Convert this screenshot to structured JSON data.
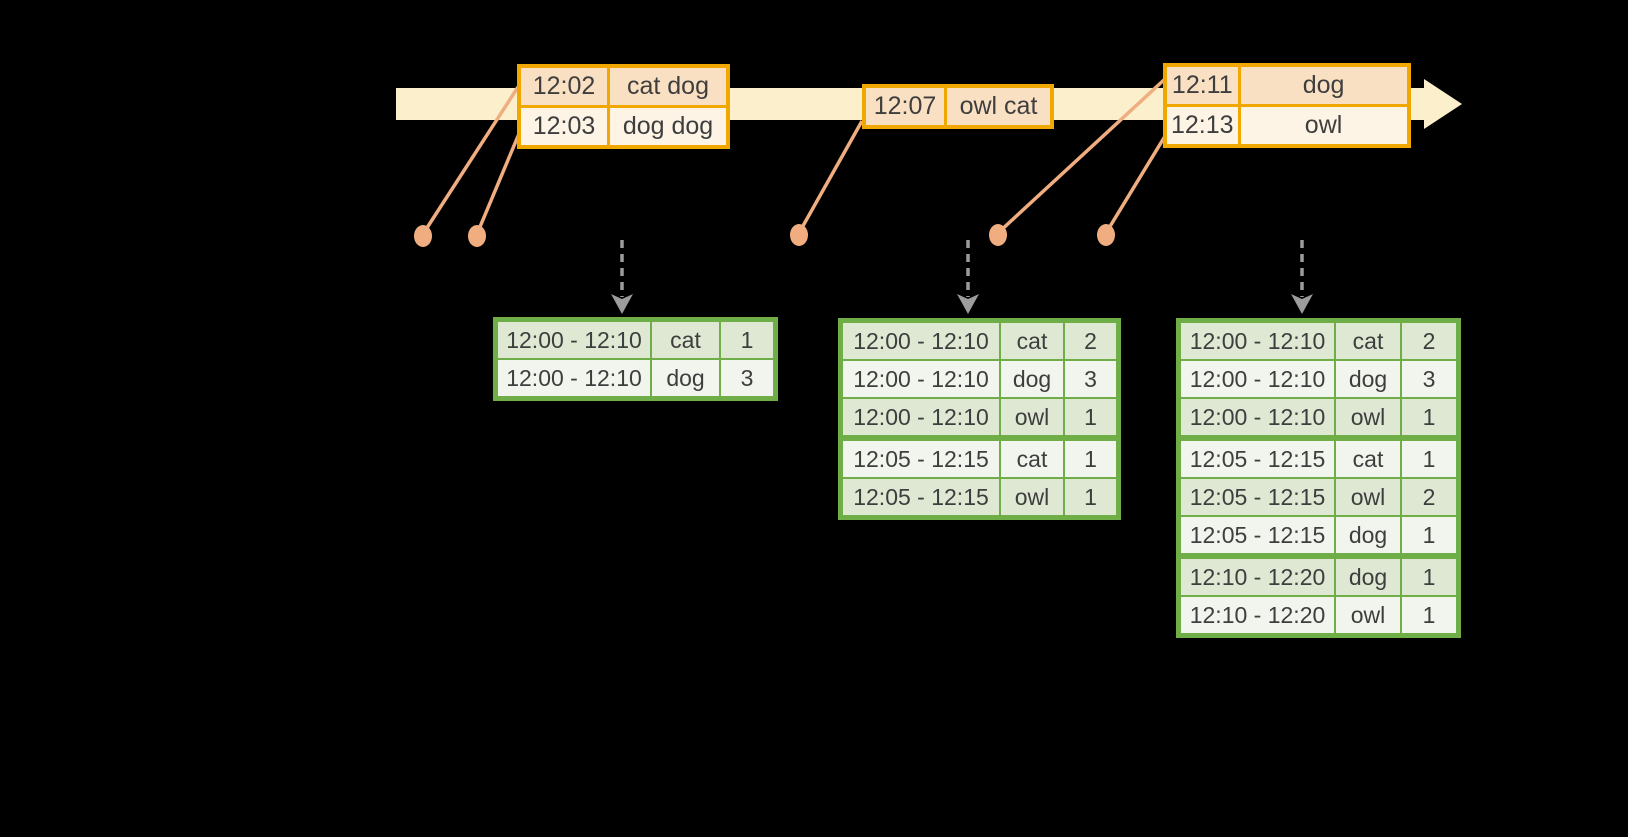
{
  "colors": {
    "background": "#000000",
    "timeline_band": "#FBF0CB",
    "event_border": "#F0A800",
    "event_row_dark": "#FAE0C2",
    "event_row_light": "#FDF4E5",
    "connector": "#F0AE80",
    "result_border": "#6FAD47",
    "result_row_tinted": "#DEE8D3",
    "result_row_light": "#F1F5ED",
    "trigger_gray": "#9C9C9C",
    "text": "#3E3E3E"
  },
  "event_tables": [
    {
      "rows": [
        [
          "12:02",
          "cat dog"
        ],
        [
          "12:03",
          "dog dog"
        ]
      ]
    },
    {
      "rows": [
        [
          "12:07",
          "owl cat"
        ]
      ]
    },
    {
      "rows": [
        [
          "12:11",
          "dog"
        ],
        [
          "12:13",
          "owl"
        ]
      ]
    }
  ],
  "result_tables": [
    {
      "rows": [
        [
          "12:00 - 12:10",
          "cat",
          "1"
        ],
        [
          "12:00 - 12:10",
          "dog",
          "3"
        ]
      ],
      "group_breaks": []
    },
    {
      "rows": [
        [
          "12:00 - 12:10",
          "cat",
          "2"
        ],
        [
          "12:00 - 12:10",
          "dog",
          "3"
        ],
        [
          "12:00 - 12:10",
          "owl",
          "1"
        ],
        [
          "12:05 - 12:15",
          "cat",
          "1"
        ],
        [
          "12:05 - 12:15",
          "owl",
          "1"
        ]
      ],
      "group_breaks": [
        3
      ]
    },
    {
      "rows": [
        [
          "12:00 - 12:10",
          "cat",
          "2"
        ],
        [
          "12:00 - 12:10",
          "dog",
          "3"
        ],
        [
          "12:00 - 12:10",
          "owl",
          "1"
        ],
        [
          "12:05 - 12:15",
          "cat",
          "1"
        ],
        [
          "12:05 - 12:15",
          "owl",
          "2"
        ],
        [
          "12:05 - 12:15",
          "dog",
          "1"
        ],
        [
          "12:10 - 12:20",
          "dog",
          "1"
        ],
        [
          "12:10 - 12:20",
          "owl",
          "1"
        ]
      ],
      "group_breaks": [
        3,
        6
      ]
    }
  ]
}
